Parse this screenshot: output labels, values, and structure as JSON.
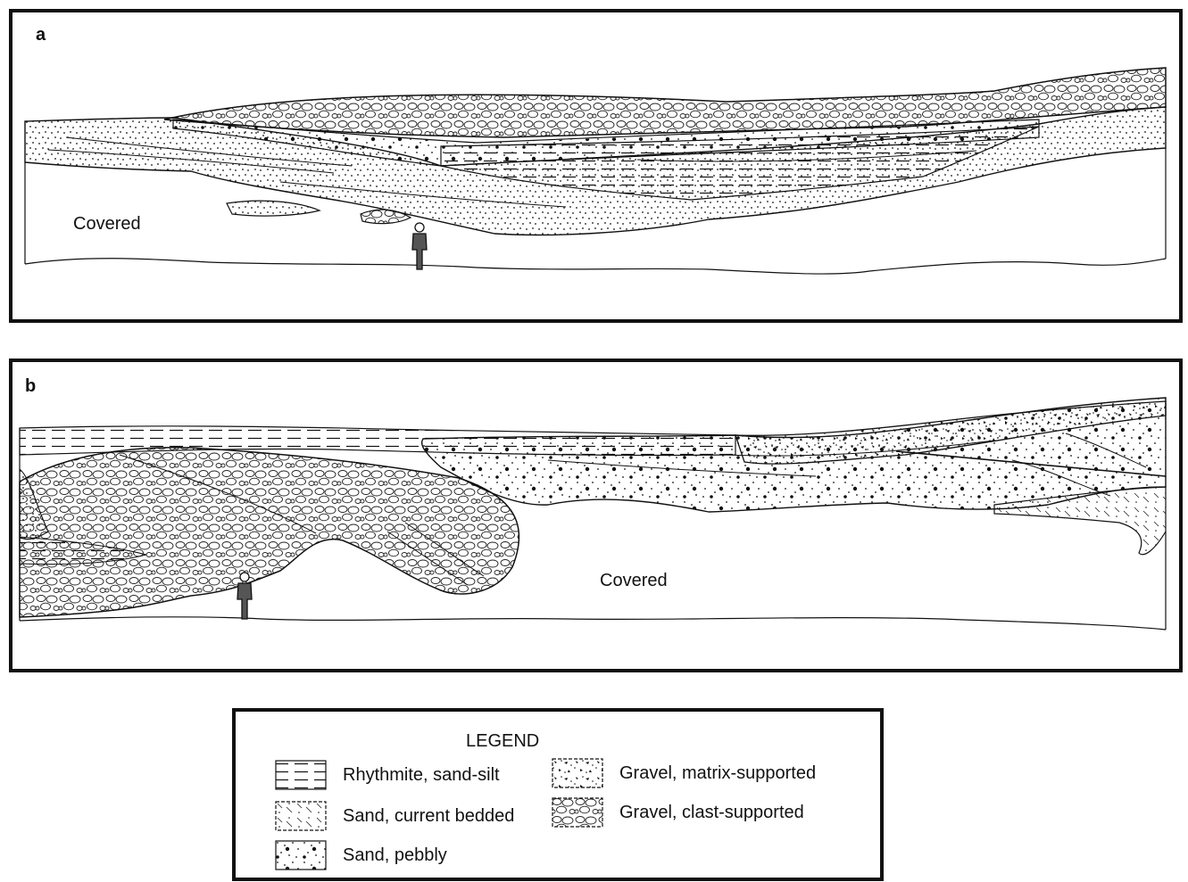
{
  "panel_a": {
    "letter": "a",
    "covered_label": "Covered"
  },
  "panel_b": {
    "letter": "b",
    "covered_label": "Covered"
  },
  "legend": {
    "title": "LEGEND",
    "items": [
      {
        "label": "Rhythmite, sand-silt",
        "pattern": "rhythmite"
      },
      {
        "label": "Sand, current bedded",
        "pattern": "sand-current"
      },
      {
        "label": "Sand, pebbly",
        "pattern": "sand-pebbly"
      },
      {
        "label": "Gravel, matrix-supported",
        "pattern": "gravel-matrix"
      },
      {
        "label": "Gravel, clast-supported",
        "pattern": "gravel-clast"
      }
    ]
  },
  "colors": {
    "ink": "#111111",
    "background": "#ffffff"
  }
}
